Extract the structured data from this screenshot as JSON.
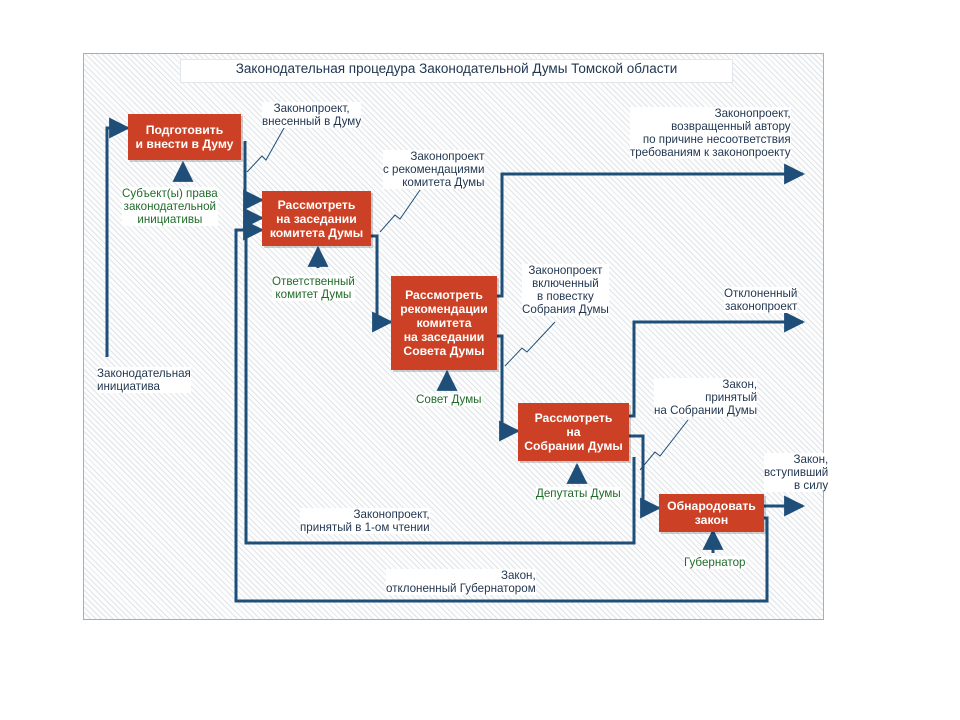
{
  "title": "Законодательная процедура Законодательной Думы Томской области",
  "boxes": {
    "prepare": "Подготовить\nи внести в Думу",
    "committee": "Рассмотреть\nна заседании\nкомитета Думы",
    "council": "Рассмотреть\nрекомендации\nкомитета\nна заседании\nСовета Думы",
    "assembly": "Рассмотреть\nна\nСобрании Думы",
    "promulgate": "Обнародовать\nзакон"
  },
  "labels": {
    "bill_submitted": "Законопроект,\nвнесенный в Думу",
    "subjects": "Субъект(ы) права\nзаконодательной\nинициативы",
    "initiative": "Законодательная\nинициатива",
    "bill_with_recs": "Законопроект\nс рекомендациями\nкомитета Думы",
    "responsible_committee": "Ответственный\nкомитет Думы",
    "bill_returned": "Законопроект,\nвозвращенный автору\nпо причине несоответствия\nтребованиям к законопроекту",
    "bill_agenda": "Законопроект\nвключенный\nв повестку\nСобрания Думы",
    "council_actor": "Совет Думы",
    "bill_rejected": "Отклоненный\nзаконопроект",
    "law_adopted": "Закон,\nпринятый\nна Собрании Думы",
    "deputies": "Депутаты Думы",
    "law_in_force": "Закон,\nвступивший\nв силу",
    "bill_first_reading": "Законопроект,\nпринятый в 1-ом чтении",
    "governor": "Губернатор",
    "law_rejected_governor": "Закон,\nотклоненный Губернатором"
  },
  "colors": {
    "box_fill": "#cc4125",
    "line": "#1f4e79",
    "actor_text": "#1f6b2a",
    "label_text": "#1f3550"
  }
}
